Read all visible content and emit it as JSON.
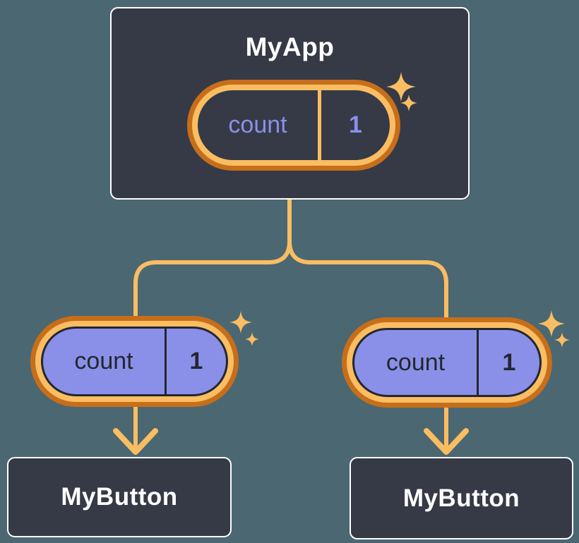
{
  "palette": {
    "background": "#4B6772",
    "node_fill": "#353A46",
    "node_border": "#FFFFFF",
    "pill_ring_outer": "#C76E1B",
    "pill_ring_inner": "#FABD62",
    "state_text": "#8A90E8",
    "prop_fill": "#8A90E8",
    "prop_text": "#23272F",
    "connector": "#FABD62"
  },
  "root_node": {
    "title": "MyApp",
    "state_pill": {
      "label": "count",
      "value": "1"
    }
  },
  "child_nodes": [
    {
      "title": "MyButton",
      "prop_pill": {
        "label": "count",
        "value": "1"
      }
    },
    {
      "title": "MyButton",
      "prop_pill": {
        "label": "count",
        "value": "1"
      }
    }
  ]
}
